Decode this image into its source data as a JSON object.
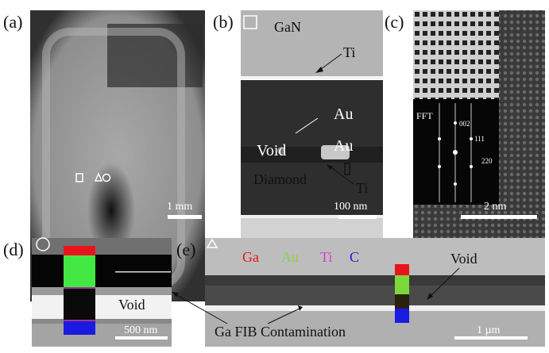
{
  "panels": {
    "a": {
      "label": "(a)",
      "scale_bar": "1 mm"
    },
    "b": {
      "label": "(b)",
      "gan": "GaN",
      "ti_top": "Ti",
      "au_top": "Au",
      "void": "Void",
      "au_bottom": "Au",
      "diamond": "Diamond",
      "ti_bottom": "Ti",
      "scale_bar": "100 nm"
    },
    "c": {
      "label": "(c)",
      "fft": "FFT",
      "spot_002": "002",
      "spot_111": "111",
      "spot_220": "220",
      "scale_bar": "2 nm"
    },
    "d": {
      "label": "(d)",
      "void": "Void",
      "scale_bar": "500 nm"
    },
    "e": {
      "label": "(e)",
      "legend": {
        "ga": "Ga",
        "au": "Au",
        "ti": "Ti",
        "c": "C"
      },
      "void": "Void",
      "contamination": "Ga FIB Contamination",
      "scale_bar": "1 µm"
    }
  },
  "colors": {
    "ga": "#e8141c",
    "au": "#44e844",
    "ti": "#d040d0",
    "c": "#1a1ae0"
  }
}
